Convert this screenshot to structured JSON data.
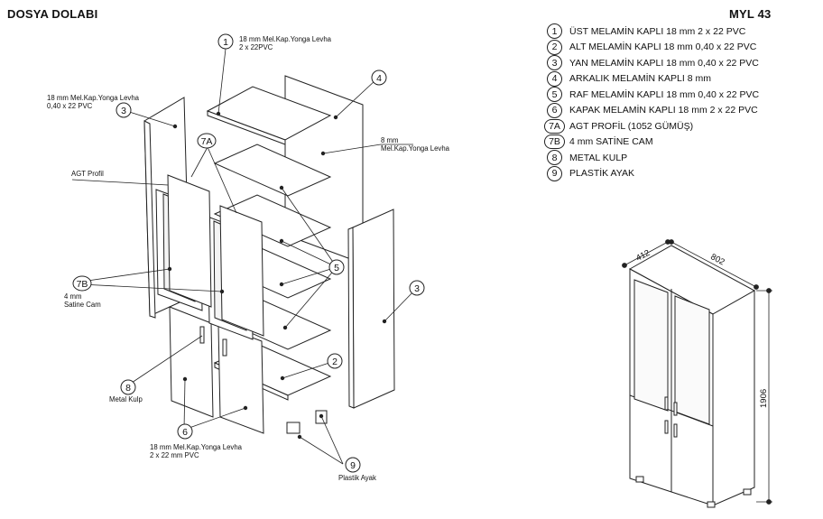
{
  "header": {
    "title": "DOSYA DOLABI",
    "model": "MYL 43"
  },
  "legend": [
    {
      "num": "1",
      "text": "ÜST MELAMİN KAPLI 18 mm  2 x 22 PVC"
    },
    {
      "num": "2",
      "text": "ALT MELAMİN KAPLI 18 mm  0,40 x 22 PVC"
    },
    {
      "num": "3",
      "text": "YAN MELAMİN KAPLI 18 mm  0,40 x 22 PVC"
    },
    {
      "num": "4",
      "text": "ARKALIK MELAMİN KAPLI 8 mm"
    },
    {
      "num": "5",
      "text": "RAF MELAMİN KAPLI 18 mm  0,40 x 22 PVC"
    },
    {
      "num": "6",
      "text": "KAPAK MELAMİN KAPLI 18 mm  2 x 22 PVC"
    },
    {
      "num": "7A",
      "text": "AGT PROFİL (1052 GÜMÜŞ)"
    },
    {
      "num": "7B",
      "text": "4 mm SATİNE CAM"
    },
    {
      "num": "8",
      "text": "METAL KULP"
    },
    {
      "num": "9",
      "text": "PLASTİK AYAK"
    }
  ],
  "annotations": {
    "top_line1": "18 mm Mel.Kap.Yonga Levha",
    "top_line2": "2 x 22PVC",
    "side_line1": "18 mm Mel.Kap.Yonga Levha",
    "side_line2": "0,40 x 22 PVC",
    "back_line1": "8 mm",
    "back_line2": "Mel.Kap.Yonga Levha",
    "agt": "AGT Profil",
    "glass_line1": "4 mm",
    "glass_line2": "Satine Cam",
    "handle": "Metal Kulp",
    "door_line1": "18 mm Mel.Kap.Yonga Levha",
    "door_line2": "2 x 22 mm PVC",
    "feet": "Plastik Ayak"
  },
  "callouts": {
    "c1": "1",
    "c2": "2",
    "c3a": "3",
    "c3b": "3",
    "c4": "4",
    "c5": "5",
    "c6": "6",
    "c7a": "7A",
    "c7b": "7B",
    "c8": "8",
    "c9": "9"
  },
  "dimensions": {
    "depth": "412",
    "width": "802",
    "height": "1906"
  }
}
